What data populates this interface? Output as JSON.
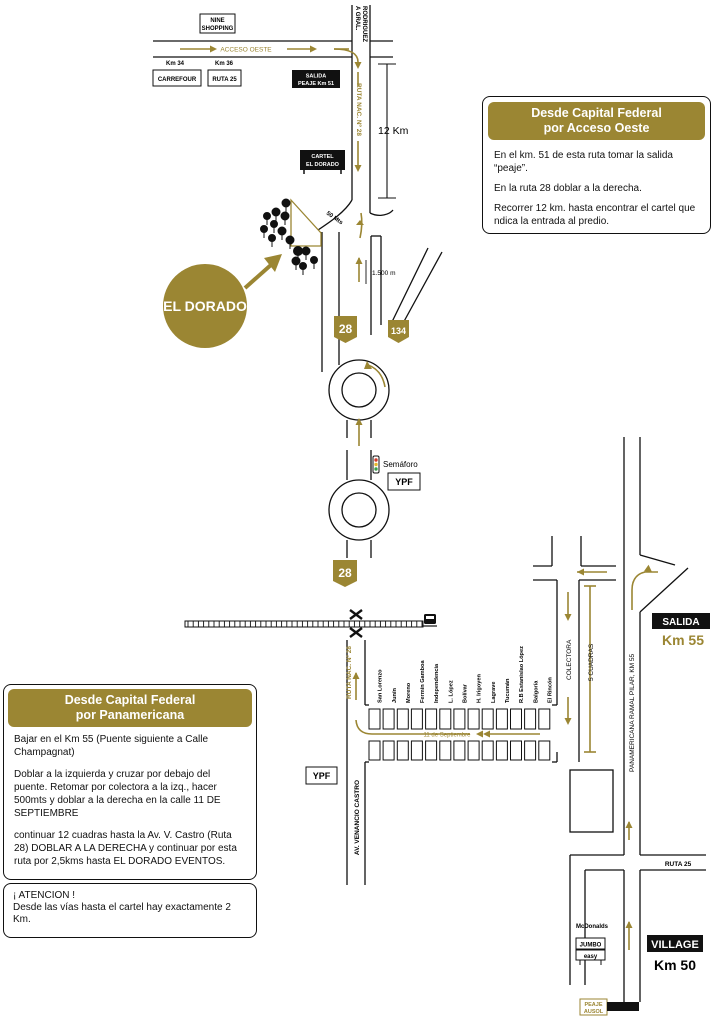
{
  "colors": {
    "accent": "#9b8633",
    "ink": "#111111",
    "background": "#ffffff"
  },
  "labels": {
    "nine_shopping": [
      "NINE",
      "SHOPPING"
    ],
    "gral_rodriguez": [
      "A GRAL.",
      "RODRIGUEZ"
    ],
    "acceso_oeste": "ACCESO OESTE",
    "km34": "Km 34",
    "km36": "Km 36",
    "carrefour": "CARREFOUR",
    "ruta25_top": "RUTA 25",
    "salida_peaje": [
      "SALIDA",
      "PEAJE Km 51"
    ],
    "ruta_nac_28_top": "RUTA NAC. Nº 28",
    "dist_12km": "12 Km",
    "cartel_el_dorado": [
      "CARTEL",
      "EL DORADO"
    ],
    "dist_50mts": "50 Mts",
    "dist_1500": "1.500 m",
    "el_dorado": "EL DORADO",
    "shield_28_top": "28",
    "shield_134": "134",
    "semaforo": "Semáforo",
    "ypf_top": "YPF",
    "shield_28_bottom": "28",
    "ruta_nac_28_bottom": "RUTA NAC. Nº 28",
    "av_venancio_castro": "AV. VENANCIO CASTRO",
    "ypf_bottom": "YPF",
    "once_septiembre": "11 de Septiembre",
    "colectora": "COLECTORA",
    "cinco_cuadras": "5 CUADRAS",
    "panamericana_ramal": "PANAMERICANA RAMAL PILAR, KM 55",
    "salida": "SALIDA",
    "km55": "Km 55",
    "ruta25_bottom": "RUTA 25",
    "mcdonalds": "McDonalds",
    "jumbo": "JUMBO",
    "easy": "easy",
    "village": "VILLAGE",
    "km50": "Km 50",
    "peaje_ausol": [
      "PEAJE",
      "AUSOL"
    ]
  },
  "streets": [
    "San Lorenzo",
    "Junín",
    "Moreno",
    "Fermín Gamboa",
    "Independencia",
    "L. López",
    "Bolívar",
    "H. Irigoyen",
    "Lagrave",
    "Tucumán",
    "R.B Estanislao López",
    "Balgoría",
    "El Rincón"
  ],
  "box_oeste": {
    "title": [
      "Desde Capital Federal",
      "por Acceso Oeste"
    ],
    "paragraphs": [
      "En el km. 51 de esta ruta tomar la salida “peaje”.",
      "En la ruta 28 doblar a la derecha.",
      "Recorrer 12 km. hasta encontrar el cartel que ndica la entrada al predio."
    ]
  },
  "box_pana": {
    "title": [
      "Desde Capital Federal",
      "por Panamericana"
    ],
    "paragraphs": [
      "Bajar en el Km 55 (Puente siguiente a Calle Champagnat)",
      "Doblar a la izquierda y cruzar por debajo del puente. Retomar por colectora a la izq., hacer 500mts y doblar a la derecha en la calle 11 DE SEPTIEMBRE",
      "continuar 12 cuadras hasta la Av. V. Castro (Ruta 28) DOBLAR A LA DERECHA y continuar por esta ruta por 2,5kms hasta EL DORADO EVENTOS."
    ]
  },
  "box_atencion": {
    "title": "¡ ATENCION !",
    "text": "Desde las vías hasta el cartel hay exactamente 2 Km."
  }
}
